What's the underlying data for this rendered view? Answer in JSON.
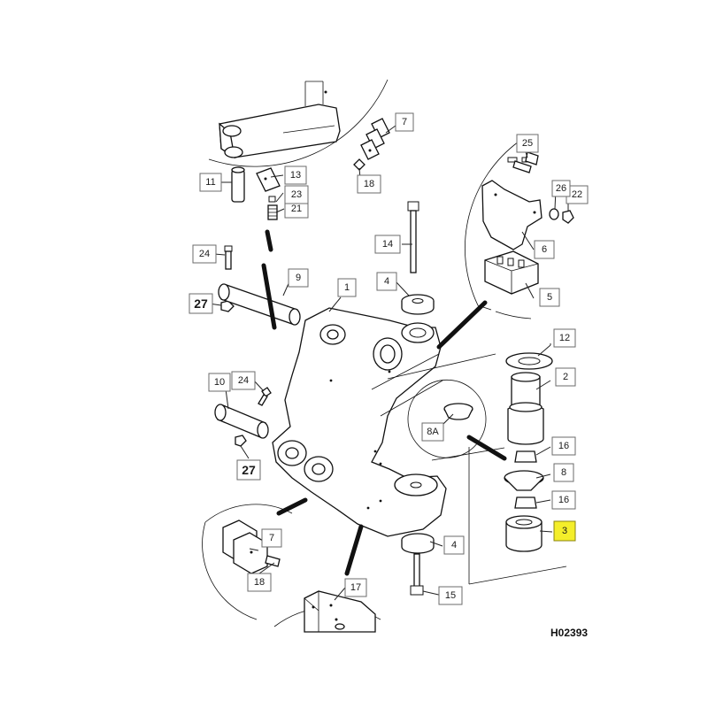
{
  "diagram": {
    "reference_code": "H02393",
    "labels": {
      "l1": "1",
      "l2": "2",
      "l3": "3",
      "l4a": "4",
      "l4b": "4",
      "l5": "5",
      "l6": "6",
      "l7a": "7",
      "l7b": "7",
      "l8": "8",
      "l8a": "8A",
      "l9": "9",
      "l10": "10",
      "l11": "11",
      "l12": "12",
      "l13": "13",
      "l14": "14",
      "l15": "15",
      "l16a": "16",
      "l16b": "16",
      "l17": "17",
      "l18a": "18",
      "l18b": "18",
      "l21": "21",
      "l22": "22",
      "l23": "23",
      "l24a": "24",
      "l24b": "24",
      "l25": "25",
      "l26": "26",
      "l27a": "27",
      "l27b": "27"
    },
    "highlighted_label": "3",
    "highlight_color": "#f4ee2a"
  }
}
